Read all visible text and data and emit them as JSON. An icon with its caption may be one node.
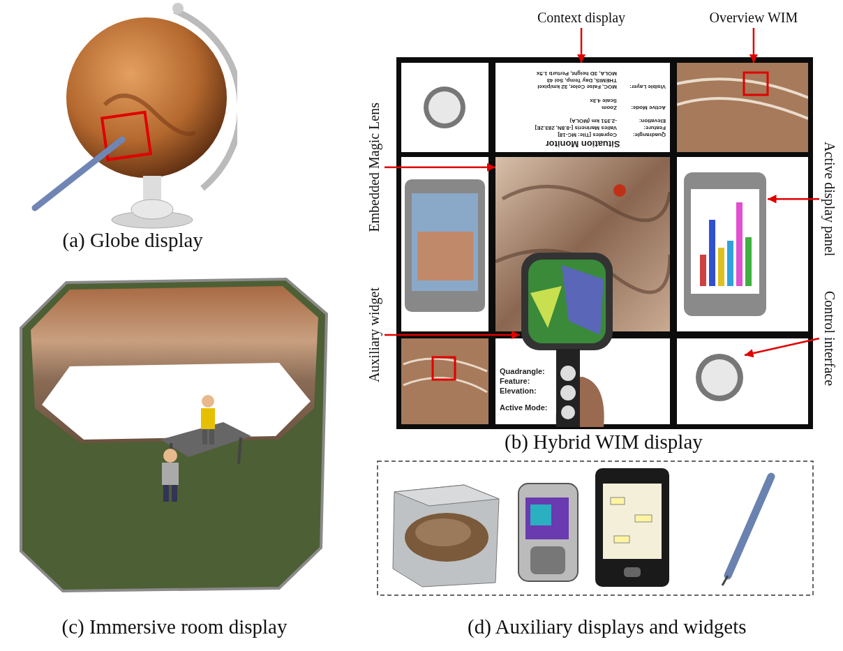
{
  "diagram": {
    "nodes": [
      {
        "text": [
          "Context display"
        ]
      },
      {
        "text": [
          "Overview WIM"
        ]
      },
      {
        "text": [
          "Embedded Magic Lens"
        ]
      },
      {
        "text": [
          "Auxiliary widget"
        ]
      },
      {
        "text": [
          "Active display panel"
        ]
      },
      {
        "text": [
          "Control interface"
        ]
      },
      {
        "text": [
          "Situation Monitor",
          "Quadrangle:",
          "Coprates [Tile: MC-18]",
          "Feature:",
          "Valles Marineris [-8.8N, 283.2E]",
          "Elevation:",
          "-2.351 km (MOLA)",
          "Active Mode:",
          "Zoom",
          "Scale 4.3x",
          "Visible Layer:",
          "MOC, False Color, 32 km/pixel",
          "THEMIS, Day Temp, Sol 43",
          "MOLA, 3D height, Perturb 1.5x"
        ]
      },
      {
        "text": [],
        "shape": "picture"
      },
      {
        "text": [],
        "shape": "picture"
      },
      {
        "text": [],
        "shape": "picture"
      },
      {
        "text": [],
        "shape": "picture"
      },
      {
        "text": [],
        "shape": "picture"
      }
    ],
    "edges": [
      {
        "from": 0,
        "to": 6,
        "arrow": "to"
      },
      {
        "from": 1,
        "to": 7,
        "arrow": "to"
      },
      {
        "from": 2,
        "to": 8,
        "arrow": "to"
      },
      {
        "from": 3,
        "to": 9,
        "arrow": "to"
      },
      {
        "from": 4,
        "to": 10,
        "arrow": "to"
      },
      {
        "from": 5,
        "to": 11,
        "arrow": "to"
      }
    ],
    "labels": [
      "(a) Globe display",
      "(b) Hybrid WIM display",
      "Quadrangle:",
      "Feature:",
      "Elevation:",
      "Active Mode:",
      "(c) Immersive room display",
      "(d) Auxiliary displays and widgets"
    ]
  }
}
